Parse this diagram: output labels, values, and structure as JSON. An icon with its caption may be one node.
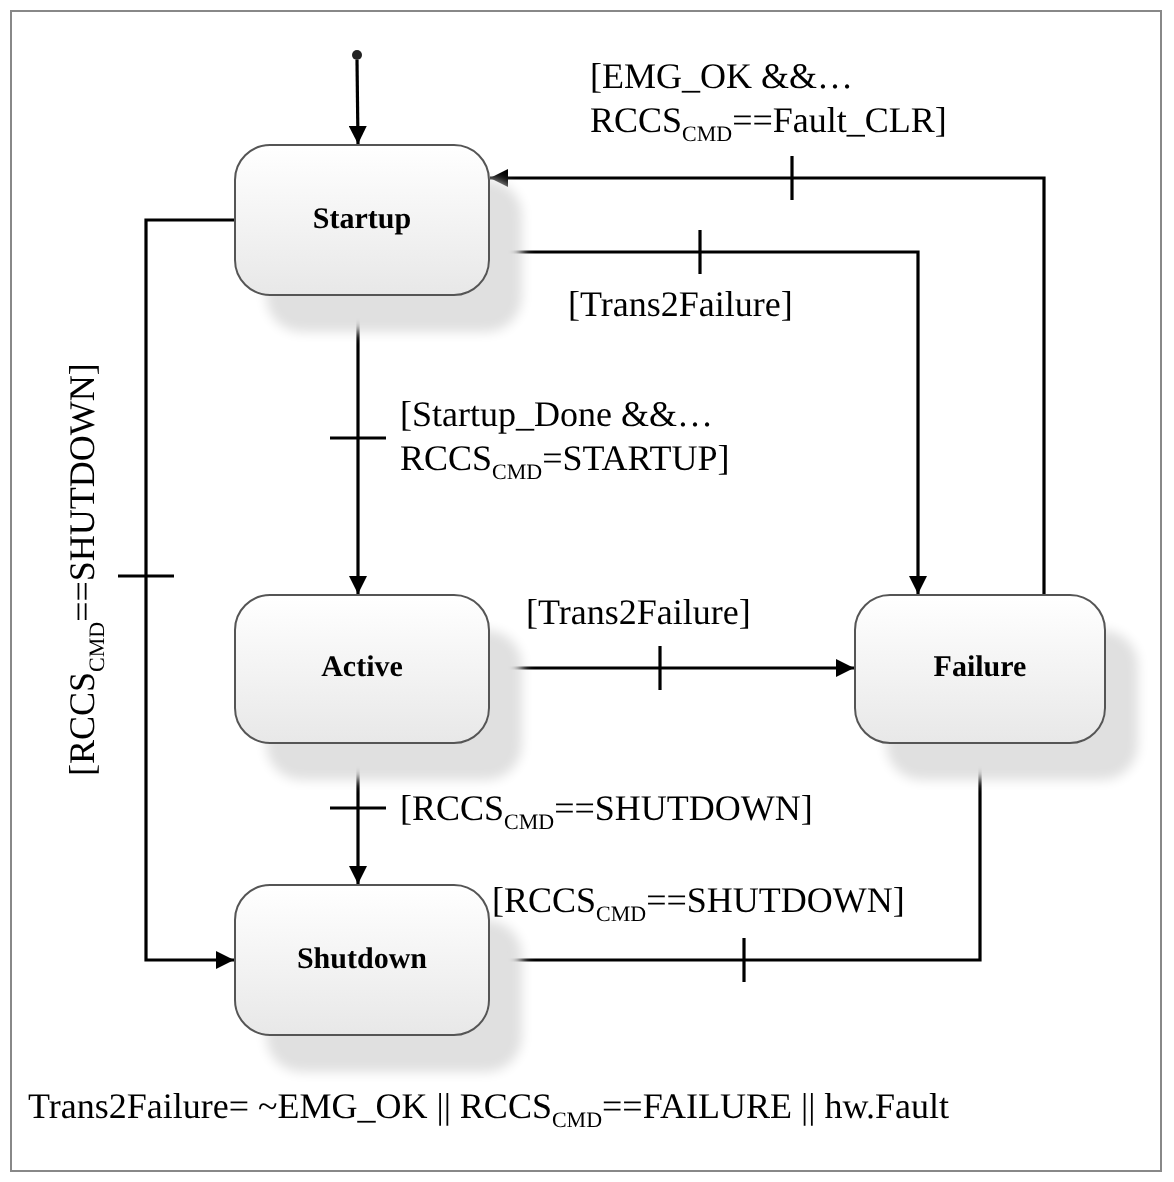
{
  "diagram": {
    "nodes": [
      {
        "text": [],
        "shape": "circle"
      },
      {
        "text": [
          "Startup"
        ]
      },
      {
        "text": [
          "Active"
        ]
      },
      {
        "text": [
          "Failure"
        ]
      },
      {
        "text": [
          "Shutdown"
        ]
      }
    ],
    "edges": [
      {
        "from": 0,
        "to": 1,
        "arrow": "to"
      },
      {
        "from": 3,
        "to": 1,
        "arrow": "to",
        "label": "[EMG_OK &&… RCCS$_{CMD}$==Fault_CLR]"
      },
      {
        "from": 1,
        "to": 3,
        "arrow": "to",
        "label": "[Trans2Failure]"
      },
      {
        "from": 1,
        "to": 2,
        "arrow": "to",
        "label": "[Startup_Done &&… RCCS$_{CMD}$=STARTUP]"
      },
      {
        "from": 1,
        "to": 4,
        "arrow": "to",
        "label": "[RCCS$_{CMD}$==SHUTDOWN]"
      },
      {
        "from": 2,
        "to": 3,
        "arrow": "to",
        "label": "[Trans2Failure]"
      },
      {
        "from": 2,
        "to": 4,
        "arrow": "to",
        "label": "[RCCS$_{CMD}$==SHUTDOWN]"
      },
      {
        "from": 3,
        "to": 4,
        "arrow": "to",
        "label": "[RCCS$_{CMD}$==SHUTDOWN]"
      }
    ],
    "labels": [
      "Trans2Failure= ~EMG_OK || RCCS$_{CMD}$==FAILURE || hw.Fault"
    ]
  }
}
